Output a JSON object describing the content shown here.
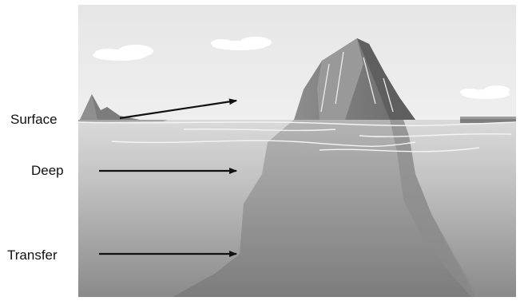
{
  "labels": {
    "surface": "Surface",
    "deep": "Deep",
    "transfer": "Transfer"
  },
  "colors": {
    "sky": "#ececec",
    "water_top": "#d9d9d9",
    "water_bottom": "#8d8d8d",
    "iceberg_light": "#a8a8a8",
    "iceberg_dark": "#6f6f6f",
    "arrow": "#111111"
  }
}
